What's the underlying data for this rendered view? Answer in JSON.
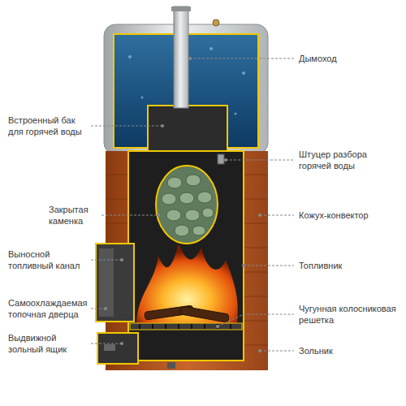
{
  "diagram": {
    "labels": [
      "Дымоход",
      "Встроенный бак для горячей воды",
      "Штуцер разбора горячей воды",
      "Закрытая каменка",
      "Кожух-конвектор",
      "Выносной топливный канал",
      "Топливник",
      "Самоохлаждаемая топочная дверца",
      "Чугунная колосниковая решетка",
      "Выдвижной зольный ящик",
      "Зольник"
    ]
  }
}
